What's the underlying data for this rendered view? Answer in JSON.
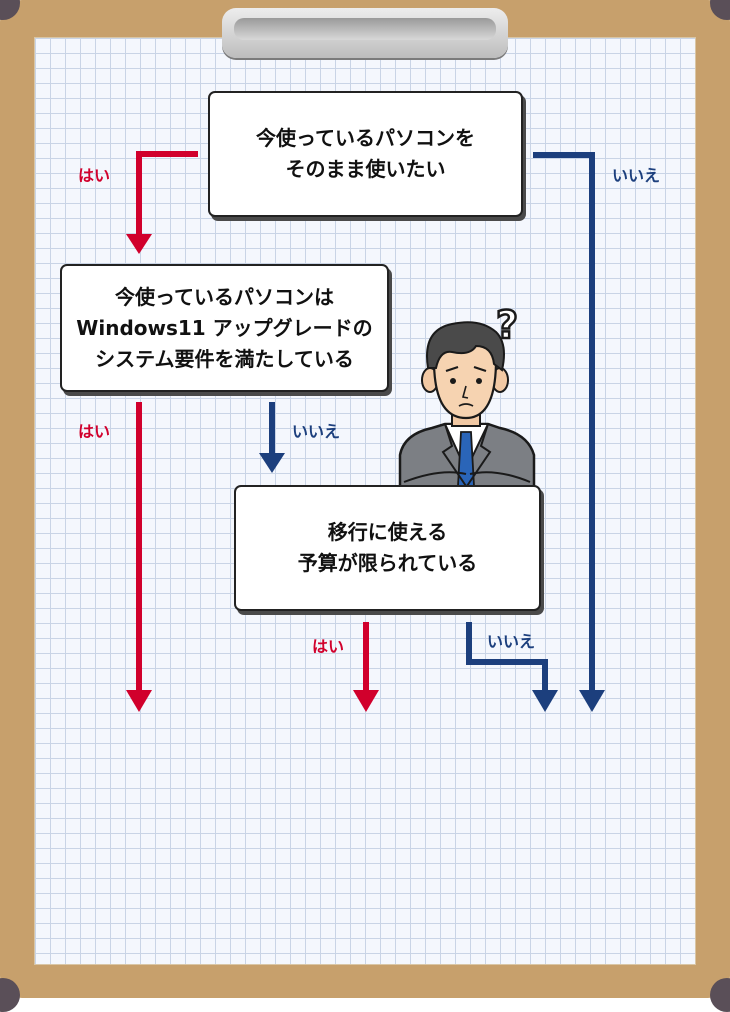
{
  "boxes": {
    "q1": {
      "line1": "今使っているパソコンを",
      "line2": "そのまま使いたい"
    },
    "q2": {
      "line1": "今使っているパソコンは",
      "line2": "Windows11 アップグレードの",
      "line3": "システム要件を満たしている"
    },
    "q3": {
      "line1": "移行に使える",
      "line2": "予算が限られている"
    }
  },
  "labels": {
    "q1_yes": "はい",
    "q1_no": "いいえ",
    "q2_yes": "はい",
    "q2_no": "いいえ",
    "q3_yes": "はい",
    "q3_no": "いいえ"
  },
  "illustration": {
    "character": "confused-businessman",
    "question_mark": "?"
  },
  "colors": {
    "yes": "#d1002c",
    "no": "#1c3f7d",
    "board": "#c7a06c",
    "grid": "#c9d4e6"
  }
}
